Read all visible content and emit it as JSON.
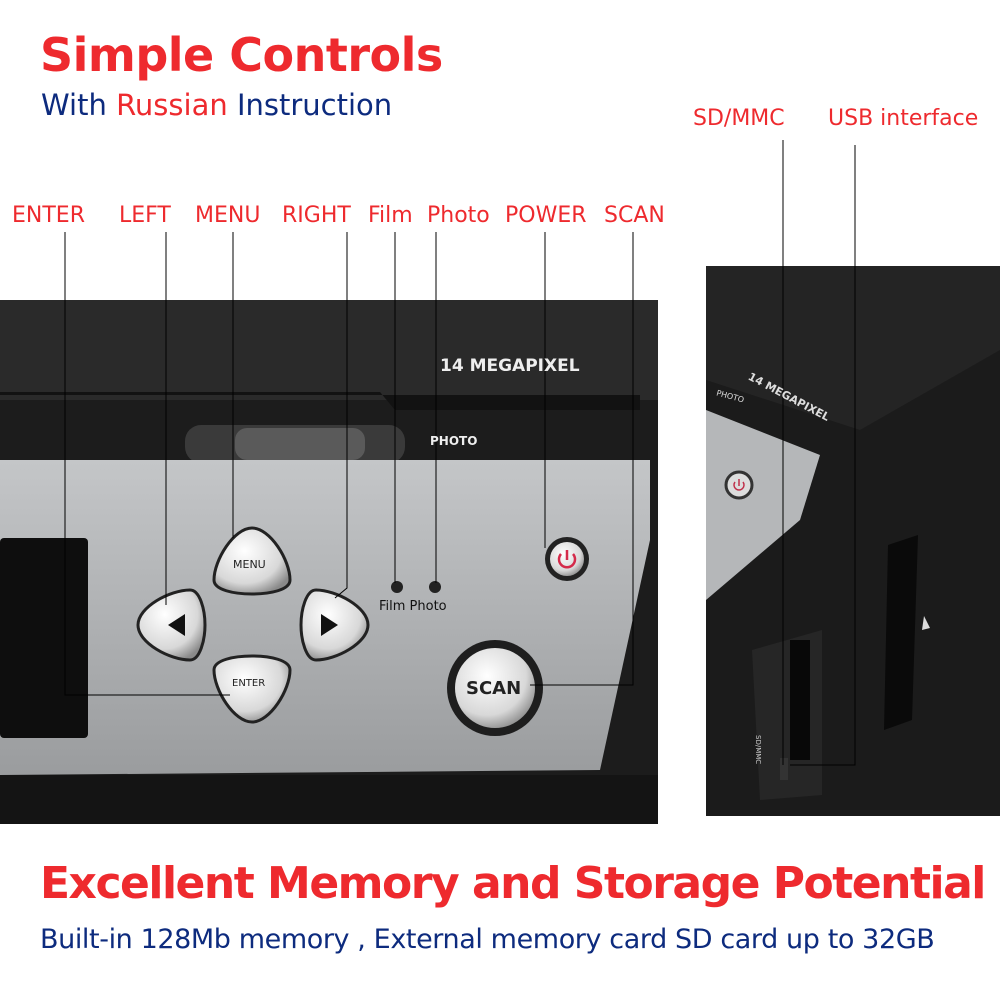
{
  "title": "Simple Controls",
  "subtitle": {
    "part1": "With",
    "part2": "Russian",
    "part3": "Instruction"
  },
  "callouts": {
    "enter": "ENTER",
    "left": "LEFT",
    "menu": "MENU",
    "right": "RIGHT",
    "film": "Film",
    "photo": "Photo",
    "power": "POWER",
    "scan": "SCAN",
    "sdmmc": "SD/MMC",
    "usb": "USB interface"
  },
  "device_front": {
    "model_text": "14 MEGAPIXEL",
    "slider_label": "PHOTO",
    "menu_button": "MENU",
    "enter_button": "ENTER",
    "scan_button": "SCAN",
    "led_labels": "Film Photo"
  },
  "device_side": {
    "model_text": "14 MEGAPIXEL",
    "slider_label": "PHOTO",
    "slot_label": "SD/MMC"
  },
  "headline": "Excellent Memory and Storage Potential",
  "footer": "Built-in 128Mb memory , External memory card SD card up to 32GB",
  "colors": {
    "accent_red": "#ee2a2e",
    "navy": "#0d2b7e",
    "body": "#1a1a1a",
    "panel": "#a9abad"
  }
}
